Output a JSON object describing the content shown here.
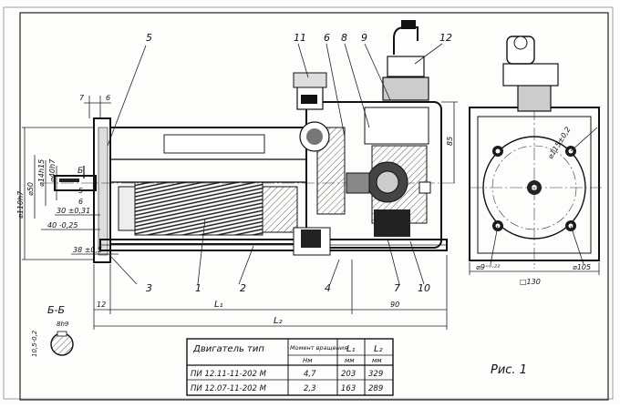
{
  "callouts": {
    "c1": "1",
    "c2": "2",
    "c3": "3",
    "c4": "4",
    "c5_top": "5",
    "c5_mid": "5",
    "c6": "6",
    "c7": "7",
    "c8": "8",
    "c9": "9",
    "c10": "10",
    "c11": "11",
    "c12": "12"
  },
  "dims": {
    "d7": "7",
    "d6": "6",
    "d110": "⌀110h7",
    "d50": "⌀50",
    "d45": "⌀14h15",
    "d40": "⌀40h7",
    "d5": "5",
    "d6b": "6",
    "d30": "30 ±0,31",
    "d40b": "40 -0,25",
    "d38": "38 ±0,5",
    "d12": "12",
    "dL1": "L₁",
    "dL2": "L₂",
    "d90": "90",
    "d85": "85",
    "d9": "⌀9⁺⁰·²²",
    "d105": "⌀105",
    "d130": "□130",
    "d115": "⌀115±0,2"
  },
  "section": {
    "title": "Б-Б",
    "dim_top": "8h9",
    "dim_side": "10,5-0,2",
    "arrow_label": "Б"
  },
  "table": {
    "headers": {
      "motor_type": "Двигатель тип",
      "moment": "Момент вращения",
      "l1": "L₁",
      "l2": "L₂"
    },
    "units": {
      "moment": "Нм",
      "l1": "мм",
      "l2": "мм"
    },
    "rows": [
      {
        "type": "ПИ 12.11-11-202 М",
        "moment": "4,7",
        "l1": "203",
        "l2": "329"
      },
      {
        "type": "ПИ 12.07-11-202 М",
        "moment": "2,3",
        "l1": "163",
        "l2": "289"
      }
    ]
  },
  "figure_label": "Рис. 1"
}
